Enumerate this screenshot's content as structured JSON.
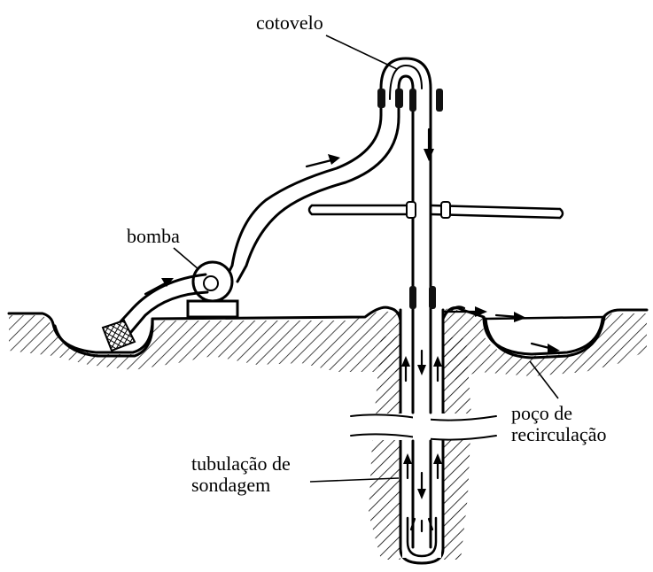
{
  "labels": {
    "cotovelo": "cotovelo",
    "bomba": "bomba",
    "poco_line1": "poço de",
    "poco_line2": "recirculação",
    "tubulacao_line1": "tubulação de",
    "tubulacao_line2": "sondagem"
  },
  "colors": {
    "ink": "#000000",
    "background": "#ffffff"
  }
}
